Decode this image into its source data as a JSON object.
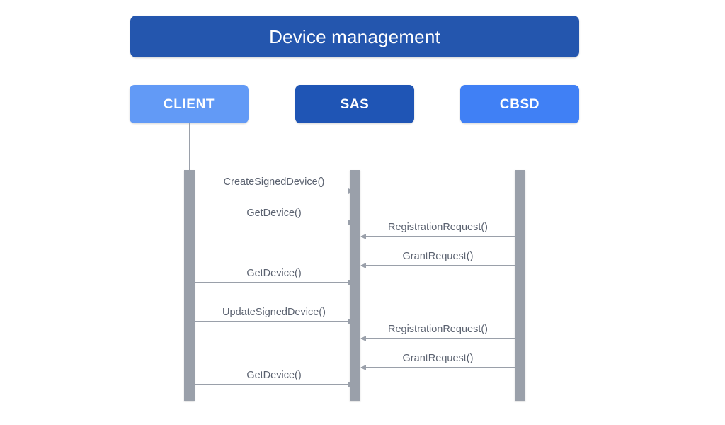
{
  "diagram": {
    "type": "sequence-diagram",
    "title": "Device management",
    "colors": {
      "title_bar": "#2456AE",
      "client_box": "#629AF6",
      "sas_box": "#1F55B5",
      "cbsd_box": "#4080F5",
      "activation_bar": "#9AA0AA",
      "arrow": "#9AA0AA",
      "label_text": "#5B6270",
      "background": "#FFFFFF"
    },
    "actors": [
      {
        "id": "client",
        "label": "CLIENT"
      },
      {
        "id": "sas",
        "label": "SAS"
      },
      {
        "id": "cbsd",
        "label": "CBSD"
      }
    ],
    "messages": [
      {
        "label": "CreateSignedDevice()",
        "from": "CLIENT",
        "to": "SAS",
        "direction": "right"
      },
      {
        "label": "GetDevice()",
        "from": "CLIENT",
        "to": "SAS",
        "direction": "right"
      },
      {
        "label": "RegistrationRequest()",
        "from": "CBSD",
        "to": "SAS",
        "direction": "left"
      },
      {
        "label": "GrantRequest()",
        "from": "CBSD",
        "to": "SAS",
        "direction": "left"
      },
      {
        "label": "GetDevice()",
        "from": "CLIENT",
        "to": "SAS",
        "direction": "right"
      },
      {
        "label": "UpdateSignedDevice()",
        "from": "CLIENT",
        "to": "SAS",
        "direction": "right"
      },
      {
        "label": "RegistrationRequest()",
        "from": "CBSD",
        "to": "SAS",
        "direction": "left"
      },
      {
        "label": "GrantRequest()",
        "from": "CBSD",
        "to": "SAS",
        "direction": "left"
      },
      {
        "label": "GetDevice()",
        "from": "CLIENT",
        "to": "SAS",
        "direction": "right"
      }
    ]
  }
}
